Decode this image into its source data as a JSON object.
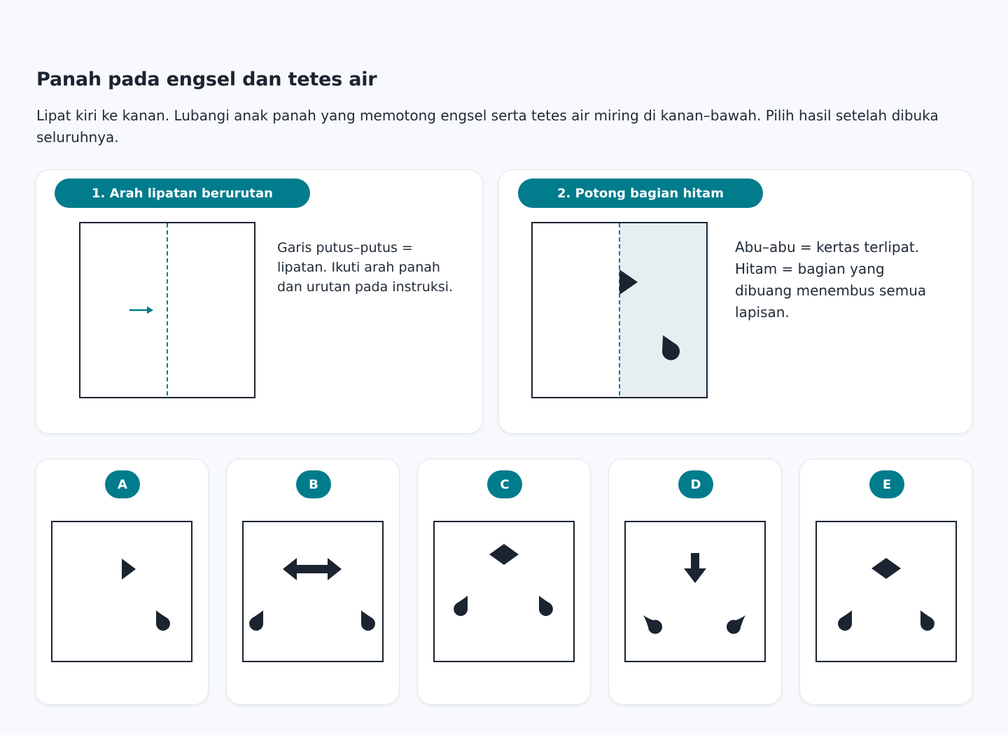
{
  "header": {
    "title": "Panah pada engsel dan tetes air",
    "instruction": "Lipat kiri ke kanan. Lubangi anak panah yang memotong engsel serta tetes air miring di kanan–bawah. Pilih hasil setelah dibuka seluruhnya."
  },
  "steps": [
    {
      "label": "1. Arah lipatan berurutan",
      "note": "Garis putus–putus = lipatan. Ikuti arah panah dan urutan pada instruksi."
    },
    {
      "label": "2. Potong bagian hitam",
      "note": "Abu–abu = kertas terlipat. Hitam = bagian yang dibuang menembus semua lapisan."
    }
  ],
  "options": [
    {
      "letter": "A"
    },
    {
      "letter": "B"
    },
    {
      "letter": "C"
    },
    {
      "letter": "D"
    },
    {
      "letter": "E"
    }
  ],
  "colors": {
    "accent": "#007c8c",
    "ink": "#1b2430",
    "folded": "#e6eef0",
    "panel_border": "#dfe5ec",
    "background": "#f7f9fc"
  }
}
